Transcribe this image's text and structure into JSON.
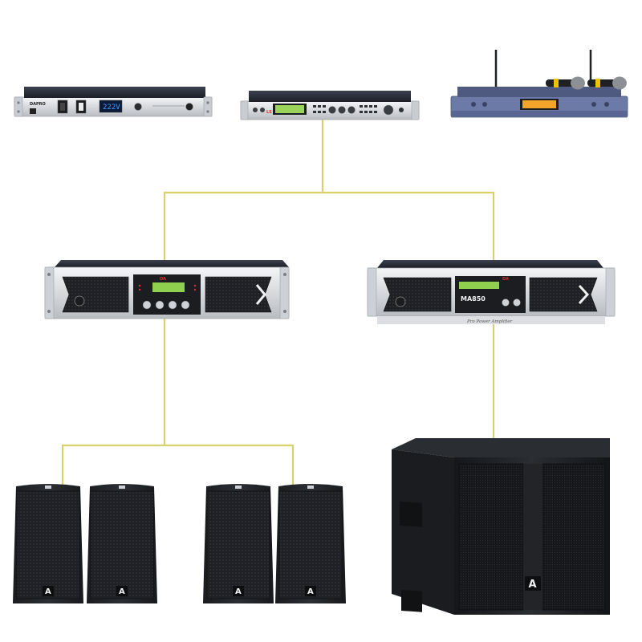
{
  "colors": {
    "wire": "#d8d26a",
    "chassis_dark": "#2a2d33",
    "chassis_silver": "#e3e5e8",
    "panel_black": "#1b1d21",
    "lcd_green": "#8fd14f",
    "lcd_blue": "#3aa0ff",
    "speaker_grille": "#24272b",
    "accent_red": "#d9302c",
    "accent_yellow": "#f2c200"
  },
  "devices": {
    "power_sequencer": {
      "brand": "DAPRO",
      "display": "222V"
    },
    "processor": {
      "brand_mark": "LS"
    },
    "wireless_mic": {
      "mic_count": 2
    },
    "amplifier_left": {
      "brand": "DA"
    },
    "amplifier_right": {
      "brand": "DA",
      "model": "MA850",
      "caption": "Pro Power Amplifier"
    },
    "speakers": {
      "count": 4,
      "logo": "A"
    },
    "subwoofer": {
      "logo": "A"
    }
  }
}
